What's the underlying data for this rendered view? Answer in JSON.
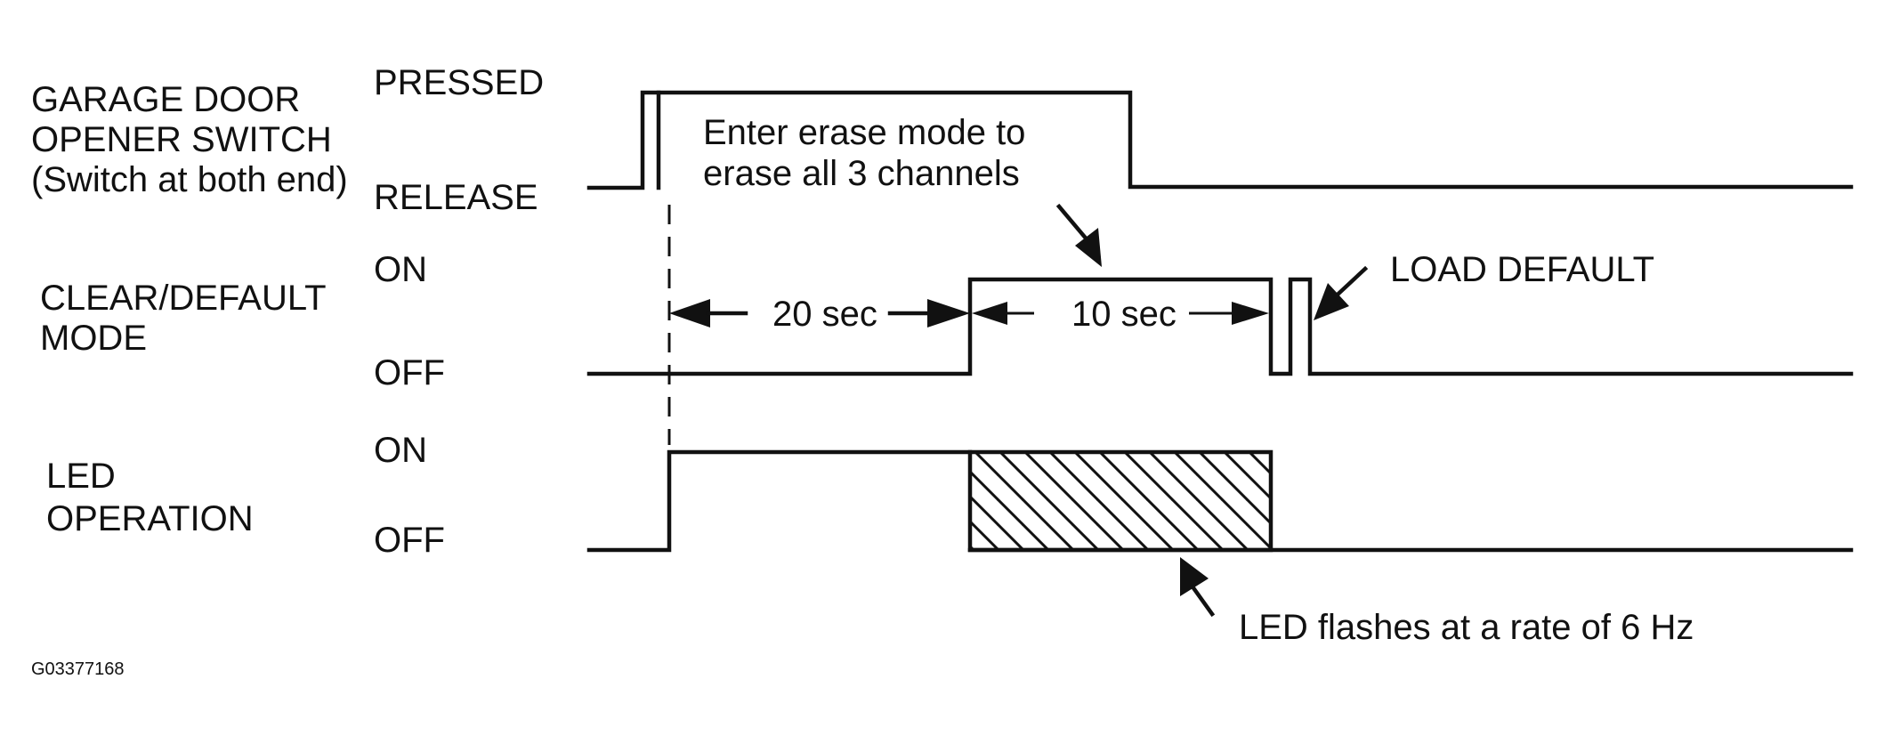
{
  "signals": [
    {
      "name_lines": [
        "GARAGE DOOR",
        "OPENER SWITCH",
        "(Switch at both end)"
      ],
      "high_state": "PRESSED",
      "low_state": "RELEASE"
    },
    {
      "name_lines": [
        "CLEAR/DEFAULT",
        "MODE"
      ],
      "high_state": "ON",
      "low_state": "OFF"
    },
    {
      "name_lines": [
        "LED",
        "OPERATION"
      ],
      "high_state": "ON",
      "low_state": "OFF"
    }
  ],
  "annotations": {
    "erase_mode": [
      "Enter erase mode to",
      "erase all 3 channels"
    ],
    "load_default": "LOAD DEFAULT",
    "led_flash": "LED flashes at a rate of 6 Hz"
  },
  "timings": {
    "interval_1": "20 sec",
    "interval_2": "10 sec"
  },
  "figure_id": "G03377168"
}
